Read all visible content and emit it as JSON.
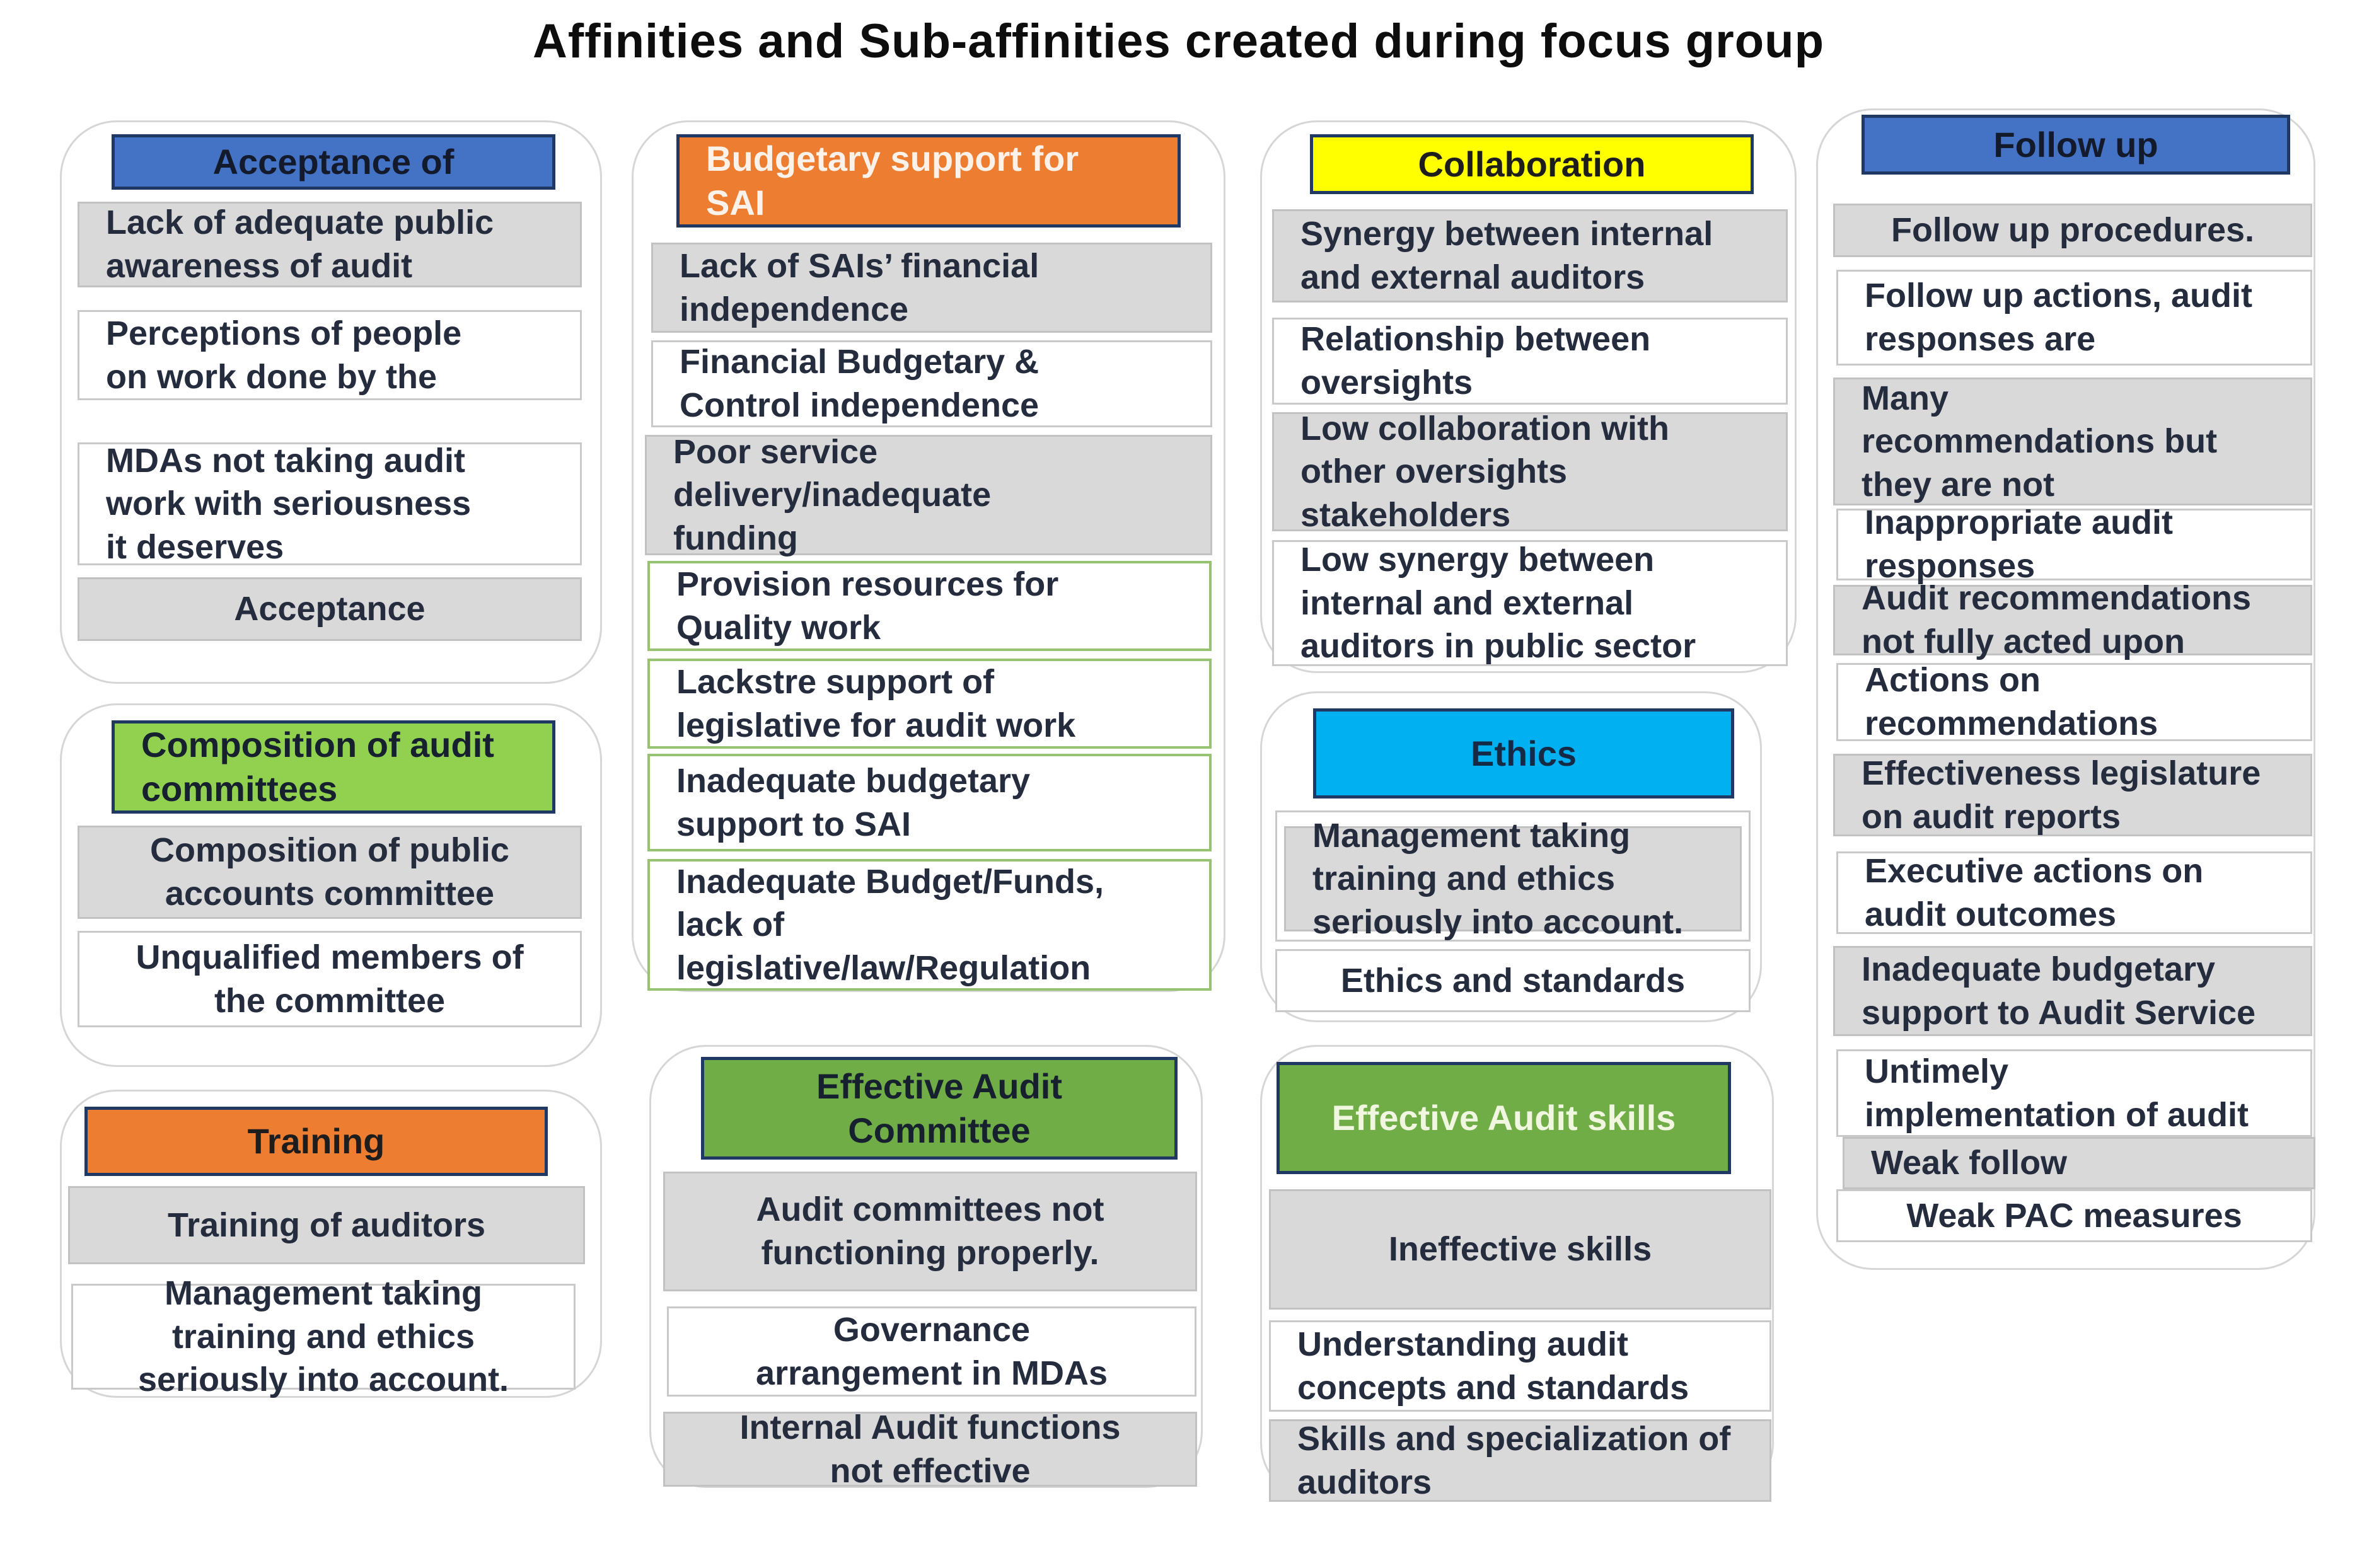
{
  "title": "Affinities and Sub-affinities created during focus group",
  "colors": {
    "header_blue": "#4472C4",
    "header_orange": "#ED7D31",
    "header_yellow": "#FFFF00",
    "header_light_green": "#92D050",
    "header_green": "#70AD47",
    "header_cyan": "#00B0F0",
    "header_border_navy": "#1F3864",
    "item_gray_fill": "#D9D9D9",
    "item_green_border": "#97C272"
  },
  "groups": [
    {
      "id": "acceptance",
      "header": "Acceptance of",
      "items": [
        "Lack of adequate public\nawareness of audit",
        "Perceptions of people\non work done by the",
        "MDAs not taking audit\nwork with seriousness\nit deserves",
        "Acceptance"
      ]
    },
    {
      "id": "composition-of-audit-committees",
      "header": "Composition of audit\ncommittees",
      "items": [
        "Composition of public\naccounts committee",
        "Unqualified members of\nthe committee"
      ]
    },
    {
      "id": "training",
      "header": "Training",
      "items": [
        "Training of auditors",
        "Management taking\ntraining and ethics\nseriously into account."
      ]
    },
    {
      "id": "budgetary-support-for-sai",
      "header": "Budgetary support for\nSAI",
      "items": [
        "Lack of SAIs’ financial\nindependence",
        "Financial Budgetary &\nControl independence",
        "Poor service\ndelivery/inadequate\nfunding",
        "Provision resources for\nQuality work",
        "Lackstre support of\nlegislative for audit work",
        "Inadequate budgetary\nsupport to SAI",
        "Inadequate Budget/Funds,\nlack of\nlegislative/law/Regulation"
      ]
    },
    {
      "id": "effective-audit-committee",
      "header": "Effective Audit\nCommittee",
      "items": [
        "Audit committees not\nfunctioning properly.",
        "Governance\narrangement in MDAs",
        "Internal Audit functions\nnot effective"
      ]
    },
    {
      "id": "collaboration",
      "header": "Collaboration",
      "items": [
        "Synergy between internal\nand external auditors",
        "Relationship between\noversights",
        "Low collaboration with\nother oversights\nstakeholders",
        "Low synergy between\ninternal and external\nauditors in public sector"
      ]
    },
    {
      "id": "ethics",
      "header": "Ethics",
      "items": [
        "Management taking\ntraining and ethics\nseriously into account.",
        "Ethics and standards"
      ]
    },
    {
      "id": "effective-audit-skills",
      "header": "Effective Audit skills",
      "items": [
        "Ineffective skills",
        "Understanding audit\nconcepts and standards",
        "Skills and specialization of\nauditors"
      ]
    },
    {
      "id": "follow-up",
      "header": "Follow up",
      "items": [
        "Follow up procedures.",
        "Follow up actions, audit\nresponses are",
        "Many\nrecommendations but\nthey are not",
        "Inappropriate audit\nresponses",
        "Audit recommendations\nnot fully acted upon",
        "Actions on\nrecommendations",
        "Effectiveness legislature\non audit reports",
        "Executive actions on\naudit outcomes",
        "Inadequate budgetary\nsupport to Audit Service",
        "Untimely\nimplementation of audit",
        "Weak follow",
        "Weak PAC measures"
      ]
    }
  ]
}
